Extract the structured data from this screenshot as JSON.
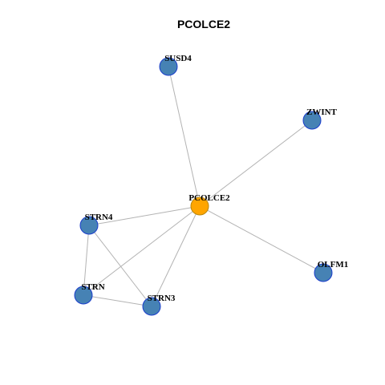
{
  "title": "PCOLCE2",
  "colors": {
    "hub_fill": "#FFA500",
    "hub_stroke": "#B8860B",
    "node_fill": "#4682B4",
    "node_stroke": "#1A3DCC",
    "edge": "#B3B3B3"
  },
  "nodes": [
    {
      "id": "PCOLCE2",
      "label": "PCOLCE2",
      "hub": true
    },
    {
      "id": "SUSD4",
      "label": "SUSD4",
      "hub": false
    },
    {
      "id": "ZWINT",
      "label": "ZWINT",
      "hub": false
    },
    {
      "id": "STRN4",
      "label": "STRN4",
      "hub": false
    },
    {
      "id": "OLFM1",
      "label": "OLFM1",
      "hub": false
    },
    {
      "id": "STRN",
      "label": "STRN",
      "hub": false
    },
    {
      "id": "STRN3",
      "label": "STRN3",
      "hub": false
    }
  ],
  "edges": [
    [
      "PCOLCE2",
      "SUSD4"
    ],
    [
      "PCOLCE2",
      "ZWINT"
    ],
    [
      "PCOLCE2",
      "STRN4"
    ],
    [
      "PCOLCE2",
      "OLFM1"
    ],
    [
      "PCOLCE2",
      "STRN"
    ],
    [
      "PCOLCE2",
      "STRN3"
    ],
    [
      "STRN4",
      "STRN"
    ],
    [
      "STRN4",
      "STRN3"
    ],
    [
      "STRN",
      "STRN3"
    ]
  ]
}
